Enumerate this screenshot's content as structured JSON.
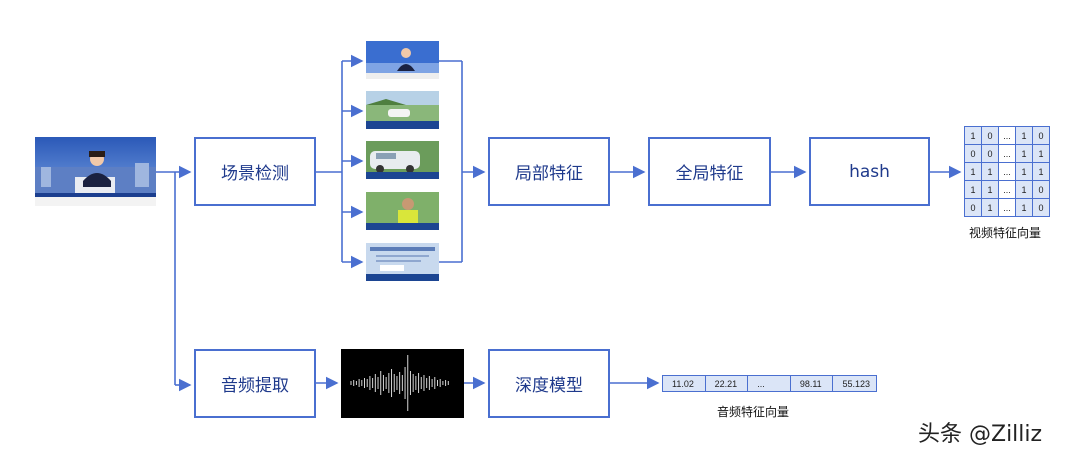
{
  "nodes": {
    "scene_detection": "场景检测",
    "local_features": "局部特征",
    "global_features": "全局特征",
    "hash": "hash",
    "audio_extraction": "音频提取",
    "deep_model": "深度模型"
  },
  "video_vector": {
    "caption": "视频特征向量",
    "rows": [
      [
        "1",
        "0",
        "...",
        "1",
        "0"
      ],
      [
        "0",
        "0",
        "...",
        "1",
        "1"
      ],
      [
        "1",
        "1",
        "...",
        "1",
        "1"
      ],
      [
        "1",
        "1",
        "...",
        "1",
        "0"
      ],
      [
        "0",
        "1",
        "...",
        "1",
        "0"
      ]
    ]
  },
  "audio_vector": {
    "caption": "音频特征向量",
    "values": [
      "11.02",
      "22.21",
      "...",
      "98.11",
      "55.123"
    ]
  },
  "watermark": "头条 @Zilliz",
  "colors": {
    "line": "#4a6fd0",
    "box_text": "#1f3a8c",
    "cell_fill": "#dbe5f7",
    "waveform_bg": "#000000"
  }
}
